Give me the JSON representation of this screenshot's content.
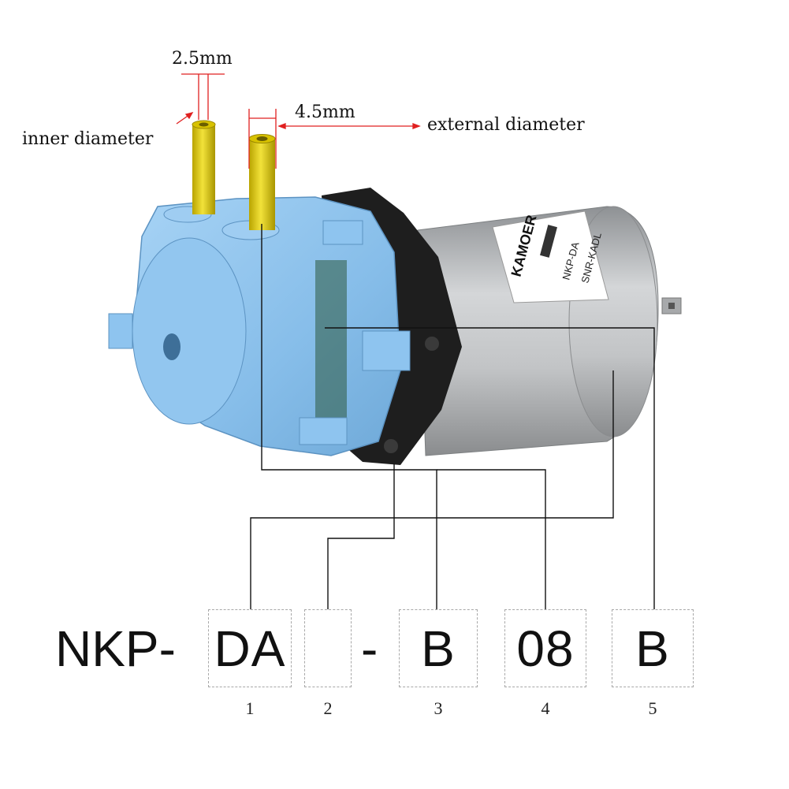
{
  "dimensions": {
    "inner_value": "2.5mm",
    "inner_label": "inner diameter",
    "outer_value": "4.5mm",
    "outer_label": "external diameter"
  },
  "motor_label": {
    "brand": "KAMOER",
    "line1": "NKP-DA",
    "line2": "SNR-KADL"
  },
  "model_code": {
    "prefix": "NKP-",
    "separator": "-",
    "segments": [
      {
        "index": "1",
        "value": "DA"
      },
      {
        "index": "2",
        "value": ""
      },
      {
        "index": "3",
        "value": "B"
      },
      {
        "index": "4",
        "value": "08"
      },
      {
        "index": "5",
        "value": "B"
      }
    ]
  },
  "colors": {
    "pump_body": "#8ec4ef",
    "tube": "#e2cf12",
    "motor": "#b9bbbd",
    "bracket": "#1e1e1e",
    "dimension_line": "#e02020",
    "leader_line": "#111111",
    "box_border": "#a8a8a8"
  }
}
